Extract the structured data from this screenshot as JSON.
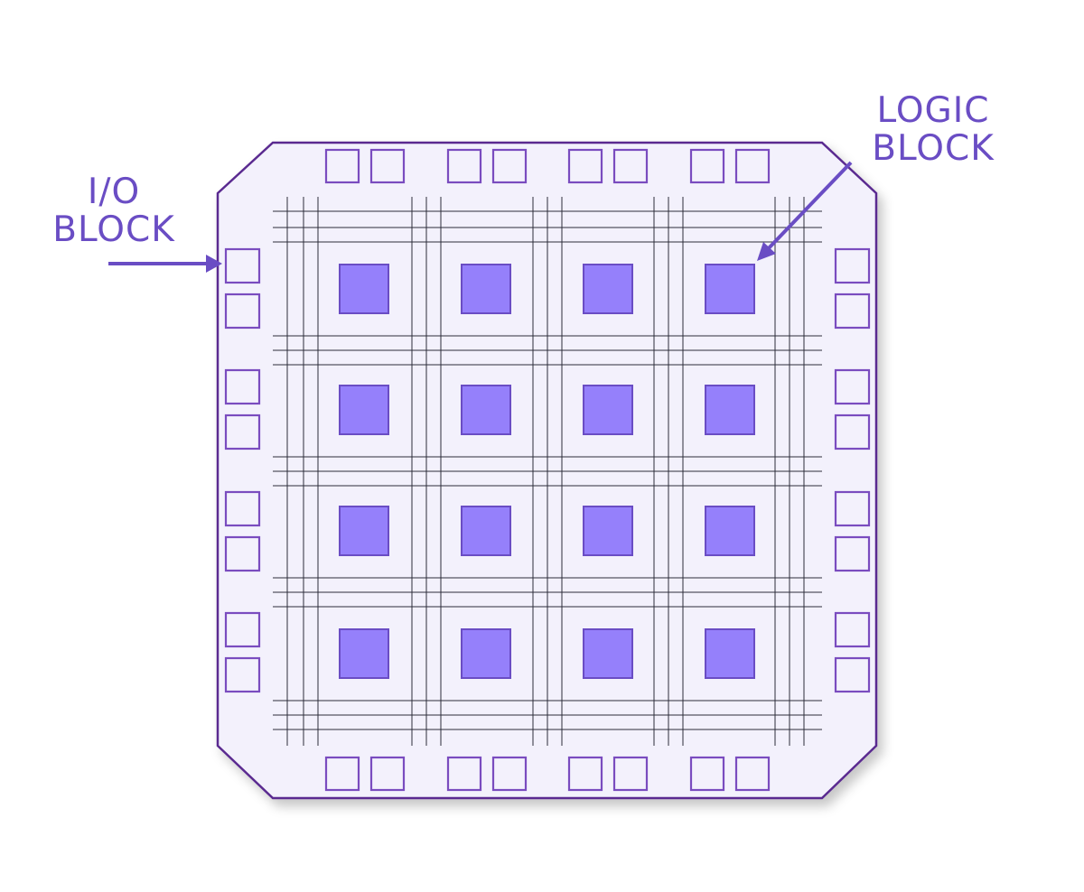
{
  "labels": {
    "io_line1": "I/O",
    "io_line2": "BLOCK",
    "logic_line1": "LOGIC",
    "logic_line2": "BLOCK"
  },
  "colors": {
    "accent": "#6a4dc4",
    "chip_border": "#5a2a90",
    "chip_fill": "#f3f1fc",
    "logic_fill": "#9580fb",
    "logic_border": "#6a4dc4",
    "io_border": "#7a4cbf",
    "routing_line": "#2d2d3a"
  },
  "diagram": {
    "logic_grid": {
      "rows": 4,
      "cols": 4
    },
    "io_pads": {
      "top_pairs": 4,
      "bottom_pairs": 4,
      "left_pairs": 4,
      "right_pairs": 4
    },
    "routing_tracks_per_channel": 3
  }
}
